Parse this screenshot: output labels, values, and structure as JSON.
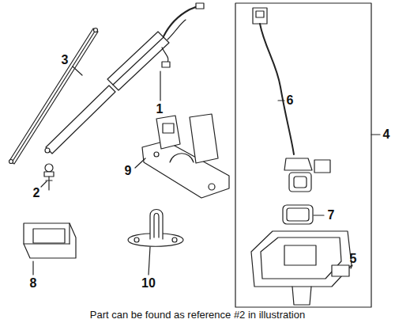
{
  "diagram": {
    "caption": "Part can be found as reference #2 in illustration",
    "labels": [
      "3",
      "1",
      "6",
      "4",
      "9",
      "2",
      "7",
      "5",
      "8",
      "10"
    ]
  }
}
